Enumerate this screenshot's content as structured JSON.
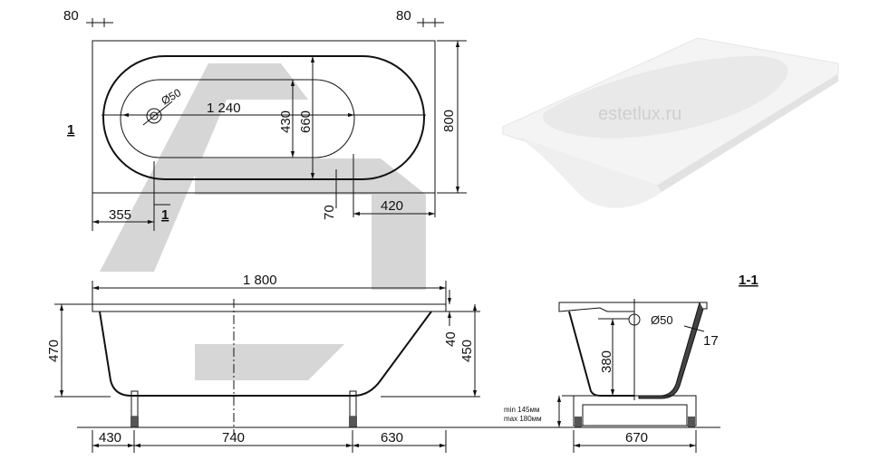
{
  "watermark": "estetlux.ru",
  "top_view": {
    "rim_left": "80",
    "rim_right": "80",
    "inner_length": "1 240",
    "inner_width": "430",
    "bowl_width": "660",
    "total_width": "800",
    "drain_offset": "355",
    "drain_diameter": "Ø50",
    "section_mark": "1",
    "bottom_margin": "70",
    "right_offset": "420"
  },
  "side_view": {
    "total_length": "1 800",
    "height_total": "470",
    "rim_thickness": "40",
    "depth": "450",
    "leg_left": "430",
    "leg_span": "740",
    "leg_right": "630"
  },
  "section_view": {
    "title": "1-1",
    "overflow_diameter": "Ø50",
    "overflow_height": "380",
    "wall_thickness": "17",
    "leg_min": "min 145мм",
    "leg_max": "max 180мм",
    "frame_width": "670"
  }
}
